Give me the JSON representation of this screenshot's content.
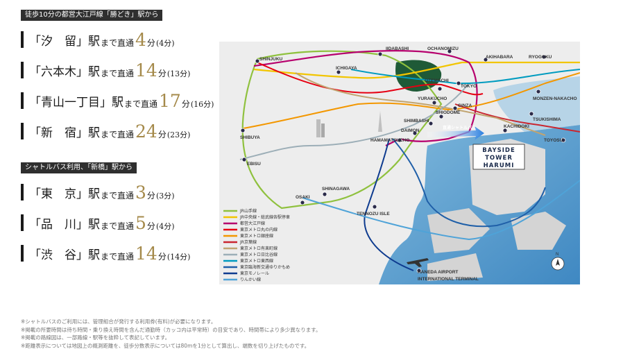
{
  "header_walk": "徒歩10分の都営大江戸線「勝どき」駅から",
  "walk_routes": [
    {
      "name": "「汐　留」駅",
      "suffix": "まで直通",
      "minutes": "4",
      "unit": "分",
      "paren": "(4分)"
    },
    {
      "name": "「六本木」駅",
      "suffix": "まで直通",
      "minutes": "14",
      "unit": "分",
      "paren": "(13分)"
    },
    {
      "name": "「青山一丁目」駅",
      "suffix": "まで直通",
      "minutes": "17",
      "unit": "分",
      "paren": "(16分)"
    },
    {
      "name": "「新　宿」駅",
      "suffix": "まで直通",
      "minutes": "24",
      "unit": "分",
      "paren": "(23分)"
    }
  ],
  "header_bus": "シャトルバス利用、「新橋」駅から",
  "bus_routes": [
    {
      "name": "「東　京」駅",
      "suffix": "まで直通",
      "minutes": "3",
      "unit": "分",
      "paren": "(3分)"
    },
    {
      "name": "「品　川」駅",
      "suffix": "まで直通",
      "minutes": "5",
      "unit": "分",
      "paren": "(4分)"
    },
    {
      "name": "「渋　谷」駅",
      "suffix": "まで直通",
      "minutes": "14",
      "unit": "分",
      "paren": "(14分)"
    }
  ],
  "map": {
    "stations": {
      "shinjuku": "SHINJUKU",
      "iidabashi": "IIDABASHI",
      "ochanomizu": "OCHANOMIZU",
      "akihabara": "AKIHABARA",
      "ryogoku": "RYOGOKU",
      "ichigaya": "ICHIGAYA",
      "otemachi": "OTEMACHI",
      "tokyo": "TOKYO",
      "monzen": "MONZEN-NAKACHO",
      "yurakucho": "YURAKUCHO",
      "ginza": "GINZA",
      "shiodome": "SHIODOME",
      "tsukishima": "TSUKISHIMA",
      "shibuya": "SHIBUYA",
      "shimbashi": "SHIMBASHI",
      "kachidoki": "KACHIDOKI",
      "daimon": "DAIMON",
      "toyosu": "TOYOSU",
      "hamamatsucho": "HAMAMATSUCHO",
      "ebisu": "EBISU",
      "shinagawa": "SHINAGAWA",
      "osaki": "OSAKI",
      "tennozu": "TENNOZU ISLE",
      "haneda1": "HANEDA AIRPORT",
      "haneda2": "INTERNATIONAL TERMINAL"
    },
    "bus_label": "直通シャトルバス",
    "property": [
      "BAYSIDE",
      "TOWER",
      "HARUMI"
    ],
    "compass": "N"
  },
  "legend": [
    {
      "label": "JR山手線",
      "color": "#8fc13e"
    },
    {
      "label": "JR中央線・総武線各駅停車",
      "color": "#f2c500"
    },
    {
      "label": "都営大江戸線",
      "color": "#b6006d"
    },
    {
      "label": "東京メトロ丸の内線",
      "color": "#e60012"
    },
    {
      "label": "東京メトロ銀座線",
      "color": "#f39700"
    },
    {
      "label": "JR京葉線",
      "color": "#c9252f"
    },
    {
      "label": "東京メトロ有楽町線",
      "color": "#c1a470"
    },
    {
      "label": "東京メトロ日比谷線",
      "color": "#9caeb7"
    },
    {
      "label": "東京メトロ東西線",
      "color": "#009bbf"
    },
    {
      "label": "東京臨海新交通ゆりかもめ",
      "color": "#1f5fa8"
    },
    {
      "label": "東京モノレール",
      "color": "#0e3b8f"
    },
    {
      "label": "りんかい線",
      "color": "#4fa3d8"
    }
  ],
  "notes": [
    "※シャトルバスのご利用には、管理組合が発行する利用券(有料)が必要になります。",
    "※掲載の所要時間は待ち時間・乗り換え時間を含んだ通勤時（カッコ内は平常時）の目安であり、時間帯により多少異なります。",
    "※掲載の路線図は、一部路線・駅等を抜粋して表記しています。",
    "※距離表示については地図上の概測距離を、徒歩分数表示については80mを1分として算出し、端数を切り上げたものです。"
  ]
}
